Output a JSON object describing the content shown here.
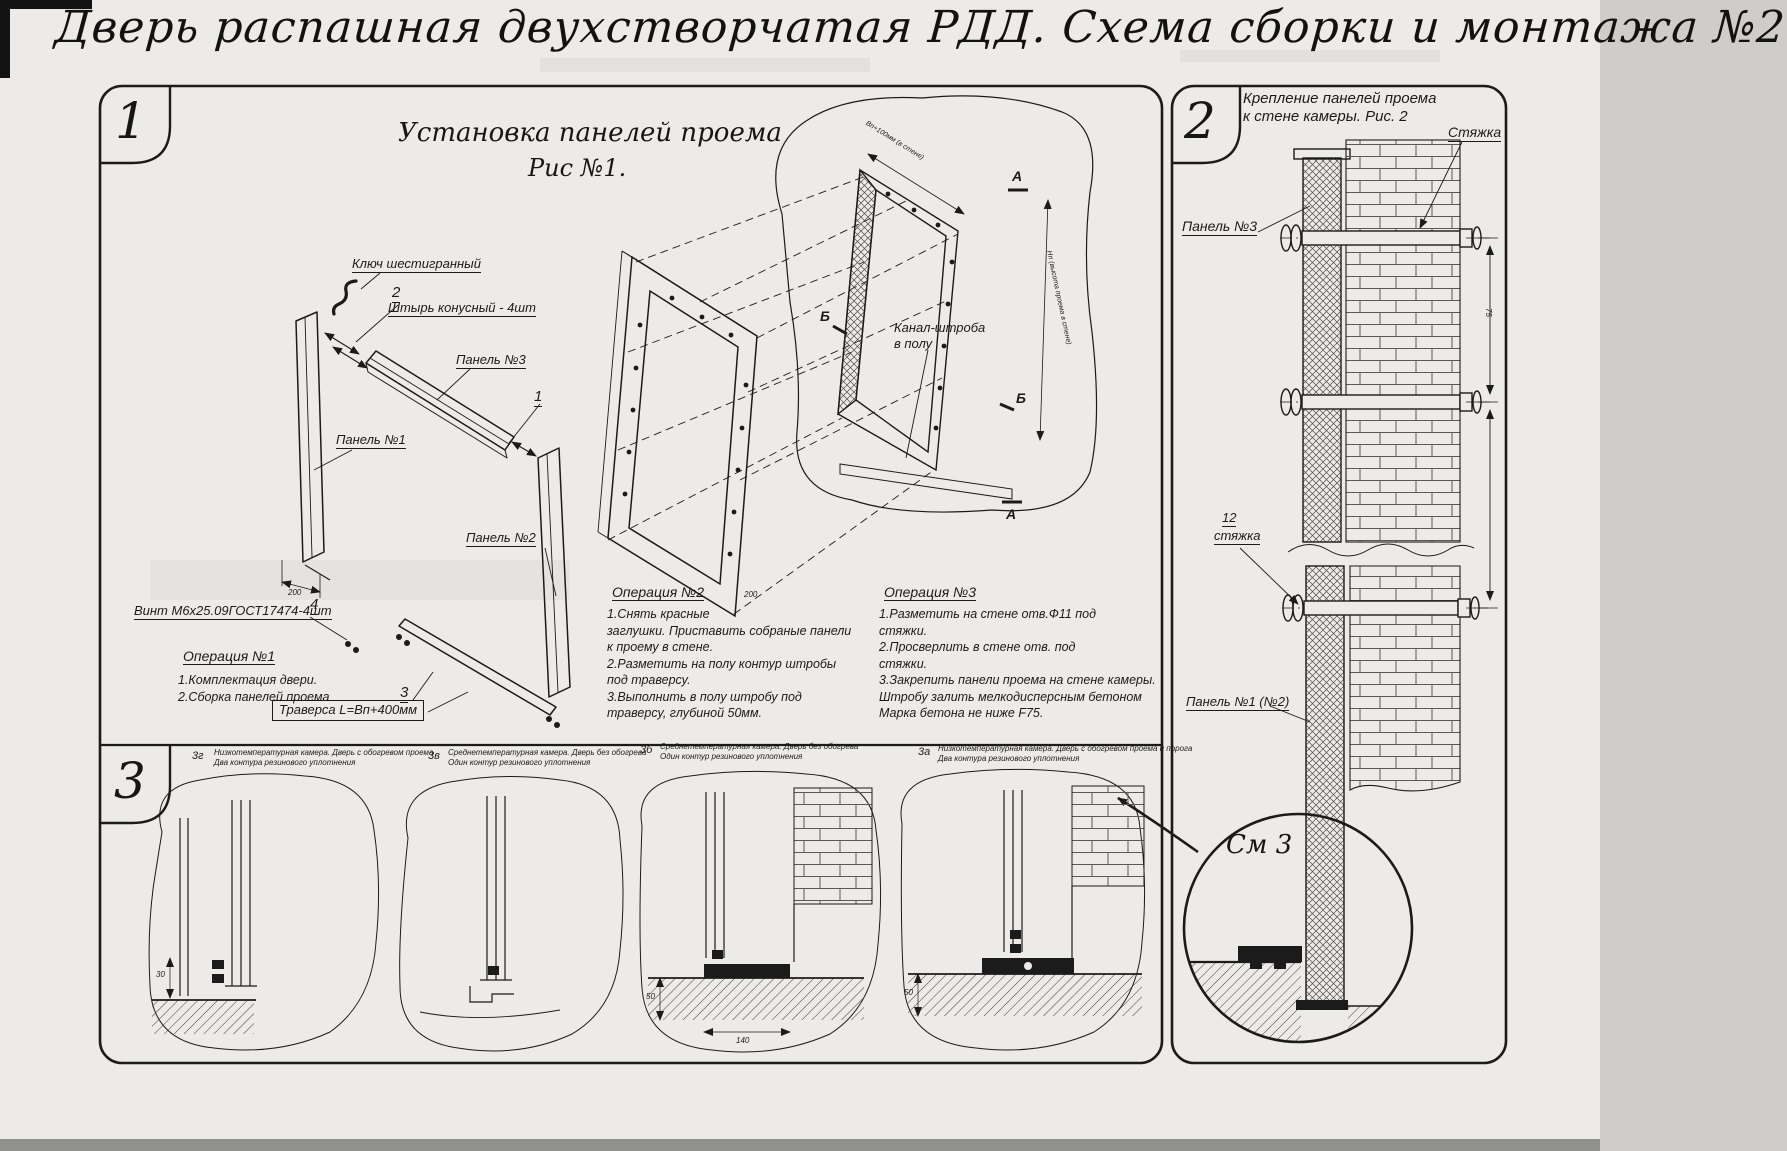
{
  "sheet": {
    "title": "Дверь распашная двухстворчатая РДД.  Схема сборки и монтажа №2"
  },
  "section1": {
    "number": "1",
    "fig_title": "Установка панелей проема",
    "fig_subtitle": "Рис №1.",
    "labels": {
      "hex_key": "Ключ шестигранный",
      "pin": "Штырь конусный - 4шт",
      "panel3": "Панель №3",
      "panel1": "Панель №1",
      "panel2": "Панель №2",
      "screw": "Винт М6х25.09ГОСТ17474-4шт",
      "traverse": "Траверса  L=Вп+400мм",
      "channel": "Канал-штроба\nв полу",
      "callout_1": "1",
      "callout_2": "2",
      "callout_3": "3",
      "callout_4": "4",
      "mark_a": "А",
      "mark_b": "Б",
      "dim_left": "200",
      "dim_mid": "200",
      "dim_wall_width": "Вп+100мм (в стене)",
      "dim_wall_height": "Нп (высота проема в стене)"
    },
    "operations": [
      {
        "title": "Операция №1",
        "body": "1.Комплектация двери.\n2.Сборка панелей проема"
      },
      {
        "title": "Операция №2",
        "body": "1.Снять красные\nзаглушки. Приставить собраные панели\nк проему в стене.\n2.Разметить на полу контур штробы\nпод траверсу.\n3.Выполнить в полу штробу под\nтраверсу, глубиной 50мм."
      },
      {
        "title": "Операция №3",
        "body": "1.Разметить на стене отв.Ф11 под\nстяжки.\n2.Просверлить в стене отв.  под\nстяжки.\n3.Закрепить панели проема на стене камеры.\nШтробу залить мелкодисперсным бетоном\nМарка бетона не ниже   F75."
      }
    ]
  },
  "section2": {
    "number": "2",
    "fig_title": "Крепление панелей проема\nк стене камеры. Рис. 2",
    "labels": {
      "tie": "Стяжка",
      "panel3": "Панель №3",
      "tie_item": "12",
      "tie_word": "стяжка",
      "panel12": "Панель №1 (№2)",
      "see_detail": "См 3",
      "dim": "75"
    }
  },
  "section3": {
    "number": "3",
    "views": [
      {
        "id": "3г",
        "caption": "Низкотемпературная камера. Дверь с обогревом проема\nДва контура резинового уплотнения",
        "dims": [
          "30"
        ]
      },
      {
        "id": "3в",
        "caption": "Среднетемпературная камера. Дверь без обогрева\nОдин контур резинового уплотнения",
        "dims": []
      },
      {
        "id": "3б",
        "caption": "Среднетемпературная камера. Дверь без обогрева\nОдин контур резинового уплотнения",
        "dims": [
          "50",
          "140"
        ]
      },
      {
        "id": "3а",
        "caption": "Низкотемпературная камера. Дверь с обогревом проема и порога\nДва контура резинового уплотнения",
        "dims": [
          "50"
        ]
      }
    ]
  }
}
